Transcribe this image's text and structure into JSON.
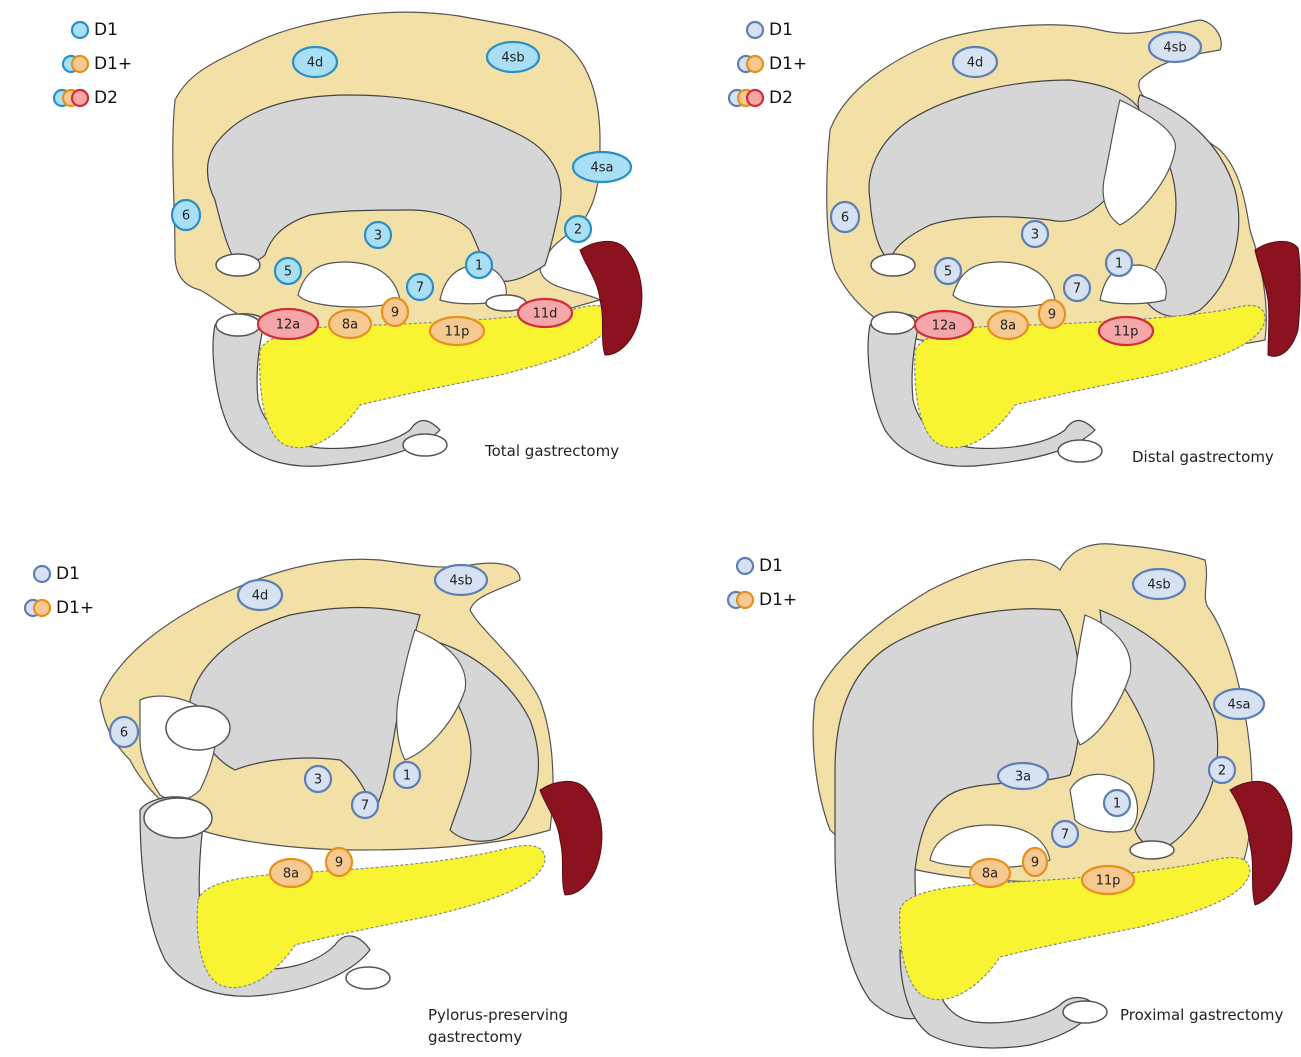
{
  "colors": {
    "d1_fill": "#a9dff5",
    "d1_stroke": "#2b8fc6",
    "d1_light_fill": "#d6e2f2",
    "d1_light_stroke": "#5d7fb5",
    "d1plus_fill": "#f6c990",
    "d1plus_stroke": "#e8901c",
    "d2_fill": "#f4a6a8",
    "d2_stroke": "#d12e3a"
  },
  "panels": [
    {
      "id": "total",
      "caption": [
        "Total gastrectomy"
      ],
      "legend": [
        "D1",
        "D1+",
        "D2"
      ],
      "nodes": [
        {
          "label": "4d",
          "cls": "d1"
        },
        {
          "label": "4sb",
          "cls": "d1"
        },
        {
          "label": "4sa",
          "cls": "d1"
        },
        {
          "label": "6",
          "cls": "d1"
        },
        {
          "label": "2",
          "cls": "d1"
        },
        {
          "label": "3",
          "cls": "d1"
        },
        {
          "label": "5",
          "cls": "d1"
        },
        {
          "label": "1",
          "cls": "d1"
        },
        {
          "label": "7",
          "cls": "d1"
        },
        {
          "label": "12a",
          "cls": "d2"
        },
        {
          "label": "8a",
          "cls": "d1plus"
        },
        {
          "label": "9",
          "cls": "d1plus"
        },
        {
          "label": "11p",
          "cls": "d1plus"
        },
        {
          "label": "11d",
          "cls": "d2"
        }
      ]
    },
    {
      "id": "distal",
      "caption": [
        "Distal gastrectomy"
      ],
      "legend": [
        "D1",
        "D1+",
        "D2"
      ],
      "nodes": [
        {
          "label": "4d",
          "cls": "d1light"
        },
        {
          "label": "4sb",
          "cls": "d1light"
        },
        {
          "label": "6",
          "cls": "d1light"
        },
        {
          "label": "3",
          "cls": "d1light"
        },
        {
          "label": "1",
          "cls": "d1light"
        },
        {
          "label": "5",
          "cls": "d1light"
        },
        {
          "label": "7",
          "cls": "d1light"
        },
        {
          "label": "12a",
          "cls": "d2"
        },
        {
          "label": "8a",
          "cls": "d1plus"
        },
        {
          "label": "9",
          "cls": "d1plus"
        },
        {
          "label": "11p",
          "cls": "d2"
        }
      ]
    },
    {
      "id": "pylorus",
      "caption": [
        "Pylorus-preserving",
        "gastrectomy"
      ],
      "legend": [
        "D1",
        "D1+"
      ],
      "nodes": [
        {
          "label": "4d",
          "cls": "d1light"
        },
        {
          "label": "4sb",
          "cls": "d1light"
        },
        {
          "label": "6",
          "cls": "d1light"
        },
        {
          "label": "3",
          "cls": "d1light"
        },
        {
          "label": "1",
          "cls": "d1light"
        },
        {
          "label": "7",
          "cls": "d1light"
        },
        {
          "label": "8a",
          "cls": "d1plus"
        },
        {
          "label": "9",
          "cls": "d1plus"
        }
      ]
    },
    {
      "id": "proximal",
      "caption": [
        "Proximal gastrectomy"
      ],
      "legend": [
        "D1",
        "D1+"
      ],
      "nodes": [
        {
          "label": "4sb",
          "cls": "d1light"
        },
        {
          "label": "4sa",
          "cls": "d1light"
        },
        {
          "label": "2",
          "cls": "d1light"
        },
        {
          "label": "3a",
          "cls": "d1light"
        },
        {
          "label": "1",
          "cls": "d1light"
        },
        {
          "label": "7",
          "cls": "d1light"
        },
        {
          "label": "8a",
          "cls": "d1plus"
        },
        {
          "label": "9",
          "cls": "d1plus"
        },
        {
          "label": "11p",
          "cls": "d1plus"
        }
      ]
    }
  ]
}
